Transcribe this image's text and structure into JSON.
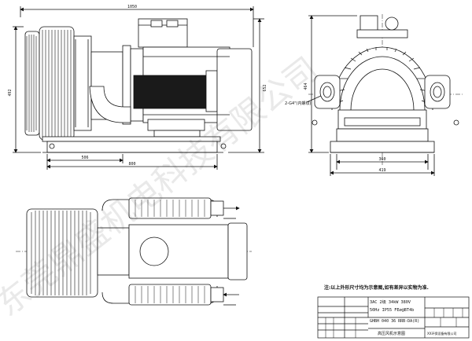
{
  "dims": {
    "overall_length": "1050",
    "overall_height": "652",
    "side_height": "492",
    "front_height": "464",
    "base_length_1": "506",
    "base_length_2": "800",
    "base_width_1": "360",
    "base_width_2": "419",
    "port_spec": "2-G4\"(内螺纹)"
  },
  "note": "注:以上外形尺寸均为示意图,如有差异以实物为准.",
  "title_block": {
    "spec_line_1": "3AC 2级 34kW 380V",
    "spec_line_2": "50Hz IP55 FE∅@BT4b",
    "model": "GHBH 040 36 RRB-DA(R)",
    "name": "高压风机示意图",
    "company": "XX环保设备有限公司"
  },
  "watermark": "东莞鼎盛机电科技有限公司"
}
